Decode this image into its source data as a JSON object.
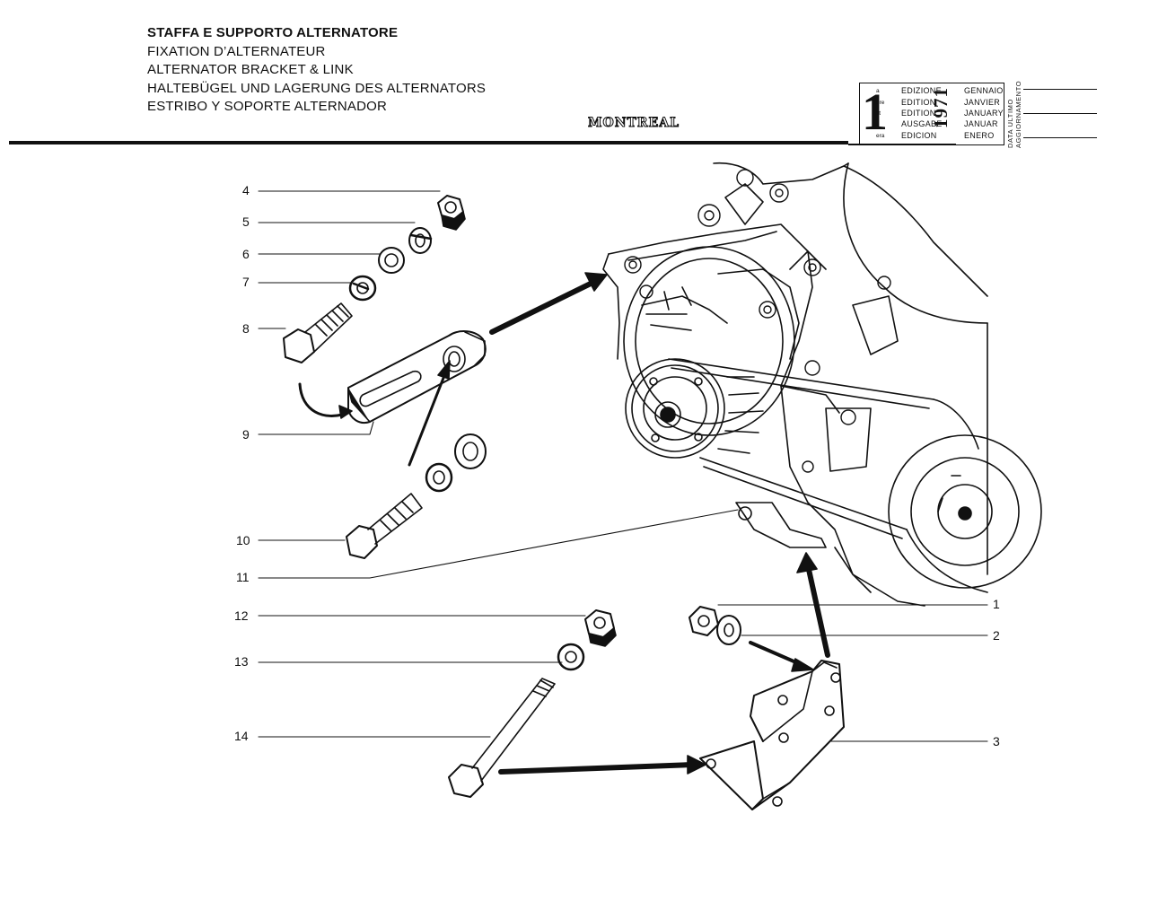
{
  "header": {
    "titles": [
      "STAFFA E SUPPORTO ALTERNATORE",
      "FIXATION D’ALTERNATEUR",
      "ALTERNATOR BRACKET & LINK",
      "HALTEBÜGEL UND LAGERUNG DES ALTERNATORS",
      "ESTRIBO Y SOPORTE ALTERNADOR"
    ],
    "model": "MONTREAL"
  },
  "edition_box": {
    "number": "1",
    "suffixes": [
      "a",
      "ere",
      "st",
      ".",
      "era"
    ],
    "edition_words": [
      "EDIZIONE",
      "EDITION",
      "EDITION",
      "AUSGABE",
      "EDICION"
    ],
    "months": [
      "GENNAIO",
      "JANVIER",
      "JANUARY",
      "JANUAR",
      "ENERO"
    ],
    "year": "1971",
    "last_update_label": [
      "DATA ULTIMO",
      "AGGIORNAMENTO"
    ]
  },
  "callouts": {
    "left": [
      "4",
      "5",
      "6",
      "7",
      "8",
      "9",
      "10",
      "11",
      "12",
      "13",
      "14"
    ],
    "right": [
      "1",
      "2",
      "3"
    ]
  },
  "drawing": {
    "stroke_color": "#111111",
    "background": "#ffffff"
  }
}
